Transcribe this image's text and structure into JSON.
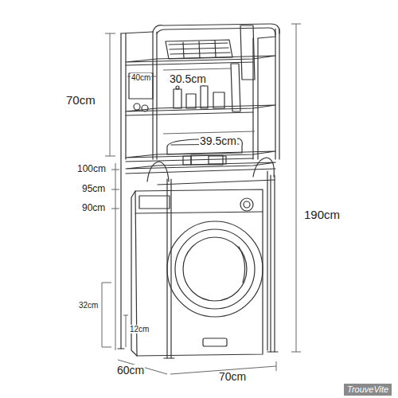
{
  "diagram": {
    "labels": [
      "70cm",
      "40cm",
      "30.5cm",
      "39.5cm",
      "100cm",
      "95cm",
      "90cm",
      "190cm",
      "32cm",
      "12cm",
      "60cm",
      "70cm",
      "TrouveVite"
    ]
  }
}
